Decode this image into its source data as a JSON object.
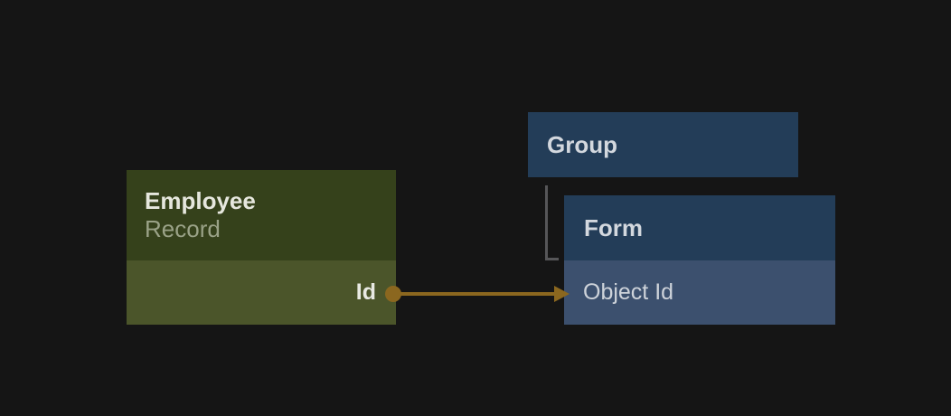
{
  "canvas": {
    "background_color": "#151515"
  },
  "nodes": {
    "employee": {
      "title": "Employee",
      "subtitle": "Record",
      "header_color": "#35411b",
      "body_color": "#4b552a",
      "fields": [
        {
          "label": "Id"
        }
      ]
    },
    "group": {
      "title": "Group",
      "header_color": "#233d58"
    },
    "form": {
      "title": "Form",
      "header_color": "#233d58",
      "body_color": "#3c506e",
      "fields": [
        {
          "label": "Object Id"
        }
      ]
    }
  },
  "connections": {
    "relation": {
      "from": "Employee Record.Id",
      "to": "Form.Object Id",
      "color": "#8b671f",
      "style": "arrow-with-port-dot"
    },
    "hierarchy": {
      "from": "Group",
      "to": "Form",
      "color": "#565658",
      "style": "elbow-line"
    }
  }
}
